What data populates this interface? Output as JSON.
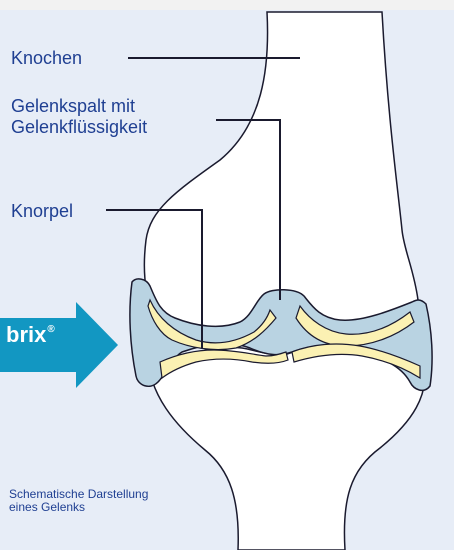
{
  "labels": {
    "bone": "Knochen",
    "joint_space_line1": "Gelenkspalt mit",
    "joint_space_line2": "Gelenkflüssigkeit",
    "cartilage": "Knorpel"
  },
  "caption": {
    "line1": "Schematische Darstellung",
    "line2": "eines Gelenks"
  },
  "brand": {
    "name": "brix",
    "mark": "®"
  },
  "colors": {
    "background": "#e7edf7",
    "bone": "#ffffff",
    "cartilage": "#fbf1b3",
    "synovial_fluid": "#b9d3e2",
    "outline": "#1a1a2e",
    "label_text": "#1f3f92",
    "arrow": "#1297c2"
  },
  "icons": {
    "arrow": "right-arrow-icon"
  }
}
